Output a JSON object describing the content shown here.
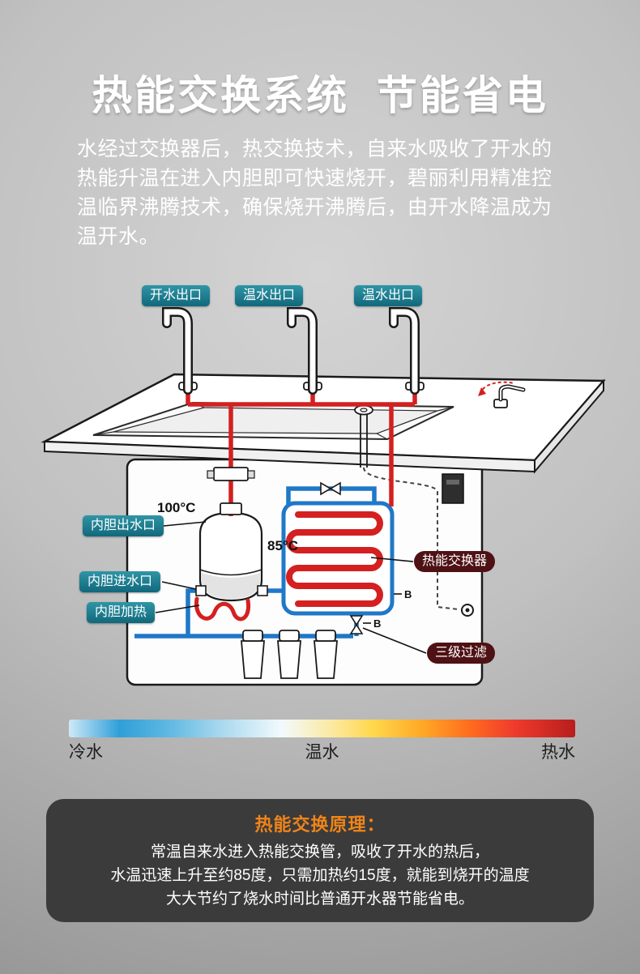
{
  "header": {
    "title": "热能交换系统  节能省电",
    "intro_lines": [
      "水经过交换器后，热交换技术，自来水吸收了开水的",
      "热能升温在进入内胆即可快速烧开，碧丽利用精准控",
      "温临界沸腾技术，确保烧开沸腾后，由开水降温成为",
      "温开水。"
    ]
  },
  "diagram": {
    "outlets": [
      "开水出口",
      "温水出口",
      "温水出口"
    ],
    "labels": {
      "tank_outlet": "内胆出水口",
      "tank_inlet": "内胆进水口",
      "tank_heater": "内胆加热",
      "heat_exchanger": "热能交换器",
      "filter": "三级过滤"
    },
    "temps": {
      "boiling": "100°C",
      "warm": "85°C"
    },
    "markers": {
      "b1": "B",
      "b2": "B"
    }
  },
  "temperature_bar": {
    "labels": [
      "冷水",
      "温水",
      "热水"
    ]
  },
  "principle": {
    "title": "热能交换原理：",
    "lines": [
      "常温自来水进入热能交换管，吸收了开水的热后，",
      "水温迅速上升至约85度，只需加热约15度，就能到烧开的温度",
      "大大节约了烧水时间比普通开水器节能省电。"
    ]
  },
  "colors": {
    "accent_teal": "#17798c",
    "accent_dark_red": "#4e1114",
    "principle_title_orange": "#f08418",
    "pipe_hot": "#d42020",
    "pipe_cold": "#1f78c8"
  }
}
